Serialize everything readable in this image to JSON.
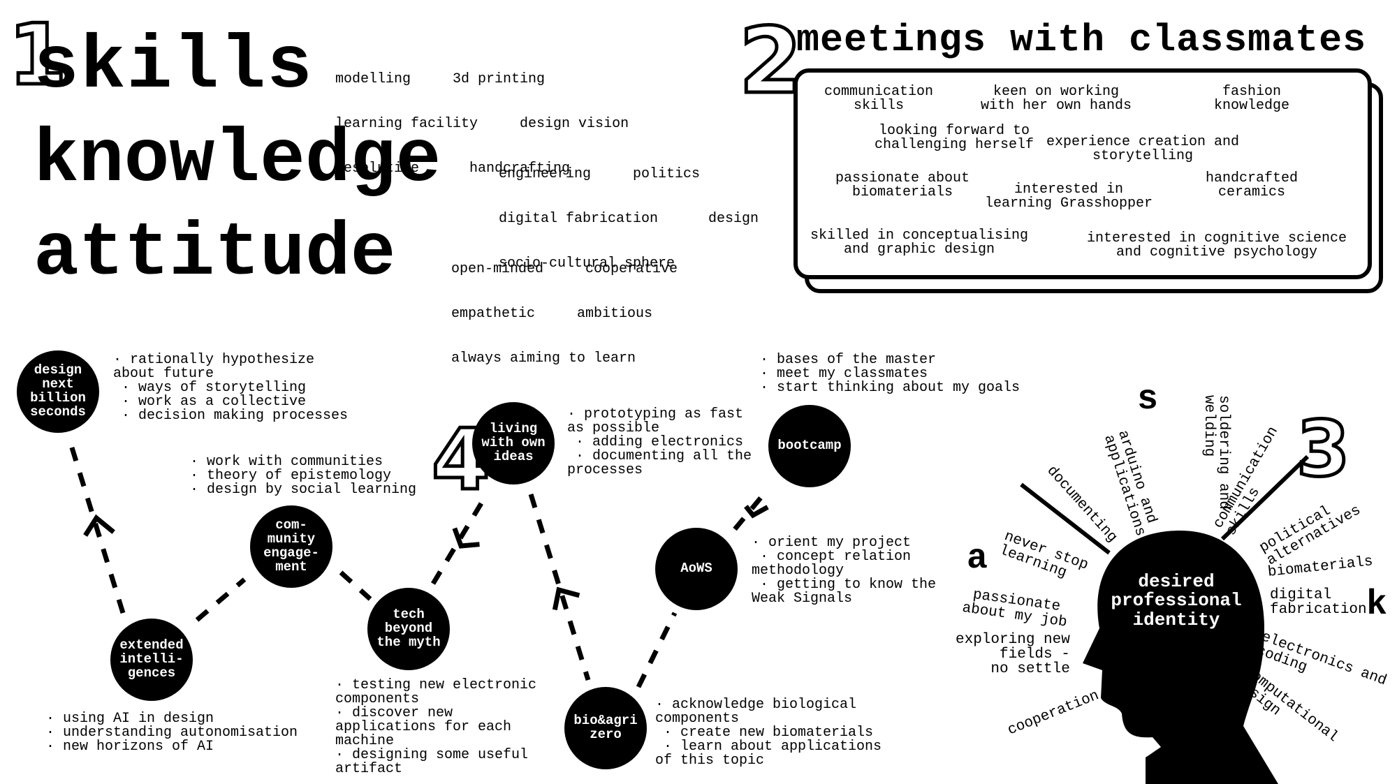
{
  "section1": {
    "number": "1",
    "skills": {
      "title": "skills",
      "lines": [
        "modelling     3d printing",
        "learning facility     design vision",
        "resolutive      handcrafting"
      ]
    },
    "knowledge": {
      "title": "knowledge",
      "lines": [
        "engineering     politics",
        "digital fabrication      design",
        "socio-cultural sphere"
      ]
    },
    "attitude": {
      "title": "attitude",
      "lines": [
        "open-minded     cooperative",
        "empathetic     ambitious",
        "always aiming to learn"
      ]
    }
  },
  "section2": {
    "number": "2",
    "title": "meetings with classmates",
    "items": [
      "communication\nskills",
      "keen on working\nwith her own hands",
      "fashion\nknowledge",
      "looking forward to\nchallenging herself",
      "experience creation and\nstorytelling",
      "passionate about\nbiomaterials",
      "interested in\nlearning Grasshopper",
      "handcrafted\nceramics",
      "skilled in conceptualising\nand graphic design",
      "interested in cognitive science\nand cognitive psychology"
    ]
  },
  "section4": {
    "number": "4",
    "nodes": [
      {
        "label": "design\nnext\nbillion\nseconds",
        "notes": "· rationally hypothesize\nabout future\n · ways of storytelling\n · work as a collective\n · decision making processes"
      },
      {
        "label": "extended\nintelli-\ngences",
        "notes": "· using AI in design\n· understanding autonomisation\n· new horizons of AI"
      },
      {
        "label": "com-\nmunity\nengage-\nment",
        "notes": "· work with communities\n· theory of epistemology\n· design by social learning"
      },
      {
        "label": "tech\nbeyond\nthe myth",
        "notes": "· testing new electronic\ncomponents\n· discover new\napplications for each\nmachine\n· designing some useful\nartifact"
      },
      {
        "label": "living\nwith own\nideas",
        "notes": "· prototyping as fast\nas possible\n · adding electronics\n · documenting all the\nprocesses"
      },
      {
        "label": "bio&agri\nzero",
        "notes": "· acknowledge biological\ncomponents\n · create new biomaterials\n · learn about applications\nof this topic"
      },
      {
        "label": "AoWS",
        "notes": "· orient my project\n · concept relation\nmethodology\n · getting to know the\nWeak Signals"
      },
      {
        "label": "bootcamp",
        "notes": "· bases of the master\n· meet my classmates\n· start thinking about my goals"
      }
    ]
  },
  "section3": {
    "number": "3",
    "center": "desired\nprofessional\nidentity",
    "letter_s": "s",
    "letter_a": "a",
    "letter_k": "k",
    "s_items": [
      "documenting",
      "arduino and\napplications",
      "soldering and\nwelding",
      "communication\nskills"
    ],
    "a_items": [
      "never stop\nlearning",
      "passionate\nabout my job",
      "exploring new\nfields -\nno settle",
      "cooperation"
    ],
    "k_items": [
      "political\nalternatives",
      "biomaterials",
      "digital\nfabrication",
      "electronics and\ncoding",
      "computational\ndesign"
    ]
  }
}
